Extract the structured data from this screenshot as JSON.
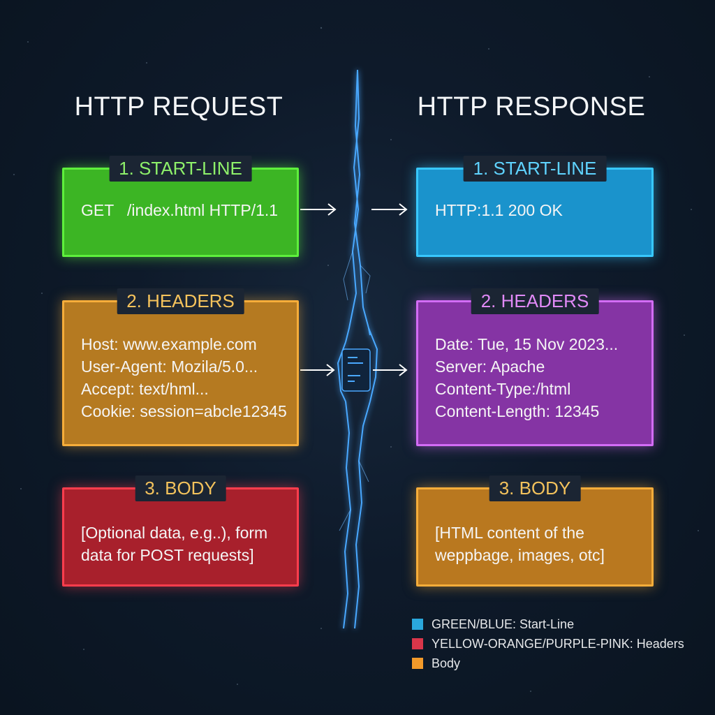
{
  "request": {
    "title": "HTTP REQUEST",
    "start_line": {
      "label": "1. START-LINE",
      "text": "GET   /index.html HTTP/1.1"
    },
    "headers": {
      "label": "2. HEADERS",
      "lines": [
        "Host: www.example.com",
        "User-Agent: Mozila/5.0...",
        "Accept: text/hml...",
        "Cookie: session=abcle12345"
      ]
    },
    "body": {
      "label": "3. BODY",
      "lines": [
        "[Optional data, e.g..), form",
        "data for POST requests]"
      ]
    }
  },
  "response": {
    "title": "HTTP RESPONSE",
    "start_line": {
      "label": "1. START-LINE",
      "text": "HTTP:1.1 200 OK"
    },
    "headers": {
      "label": "2. HEADERS",
      "lines": [
        "Date: Tue, 15 Nov 2023...",
        "Server: Apache",
        "Content-Type:/html",
        "Content-Length: 12345"
      ]
    },
    "body": {
      "label": "3. BODY",
      "lines": [
        "[HTML content of the",
        "weppbage, images, otc]"
      ]
    }
  },
  "legend": [
    {
      "color": "#2aa7dc",
      "text": "GREEN/BLUE: Start-Line"
    },
    {
      "color": "#d9364a",
      "text": "YELLOW-ORANGE/PURPLE-PINK: Headers"
    },
    {
      "color": "#f39a2a",
      "text": "Body"
    }
  ],
  "colors": {
    "green": "#5ef03c",
    "blue": "#38c8ff",
    "orange": "#f6ad3a",
    "purple": "#d36cf5",
    "red": "#ff3d4d",
    "lightning": "#4aa8ff"
  }
}
